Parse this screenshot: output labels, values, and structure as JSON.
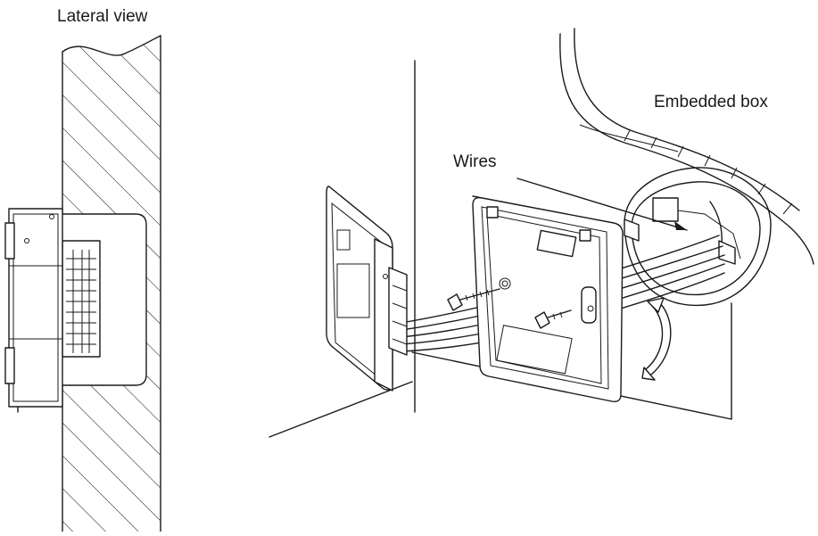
{
  "labels": {
    "lateral_view": "Lateral view",
    "embedded_box": "Embedded box",
    "wires": "Wires"
  },
  "colors": {
    "line": "#1a1a1a",
    "background": "#ffffff"
  }
}
